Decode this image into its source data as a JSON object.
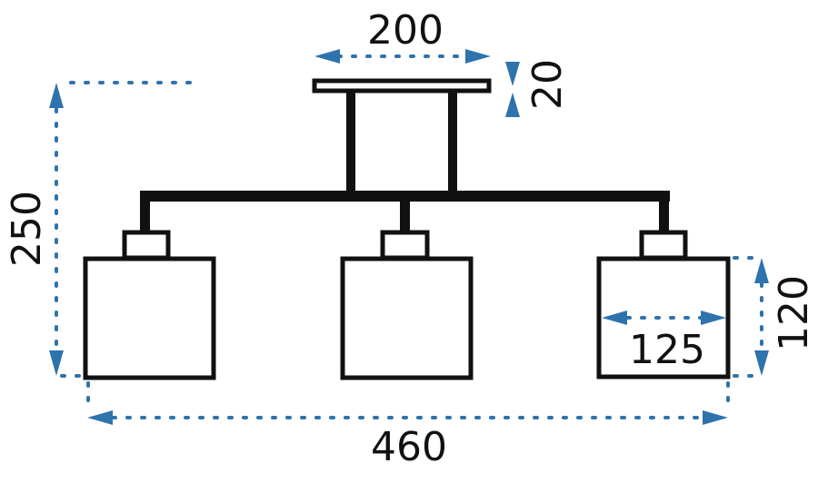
{
  "dimensions": {
    "canopy_width": "200",
    "canopy_height": "20",
    "total_height": "250",
    "total_width": "460",
    "shade_width": "125",
    "shade_height": "120"
  },
  "colors": {
    "dimension_lines": "#2f73ad",
    "fixture_outline": "#111111"
  }
}
